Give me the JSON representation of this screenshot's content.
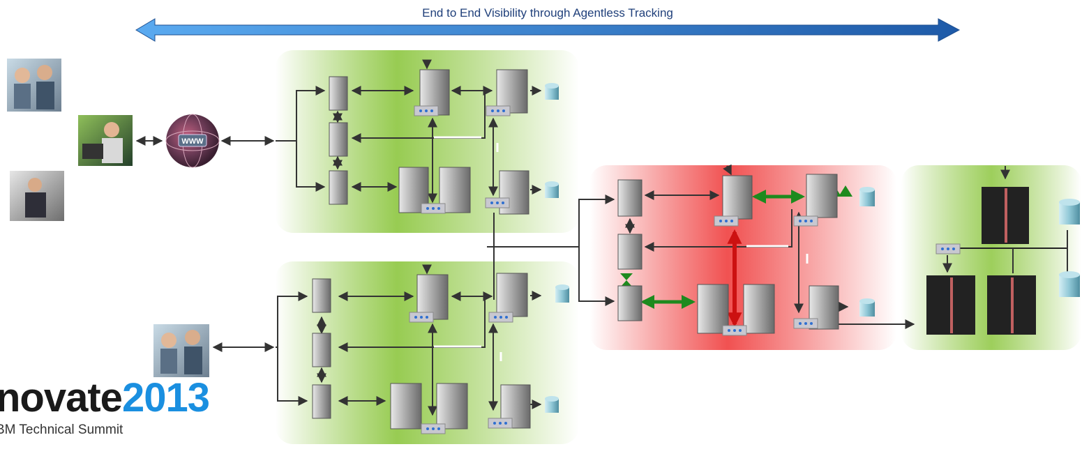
{
  "banner": {
    "text": "End to End Visibility through Agentless Tracking"
  },
  "branding": {
    "main": "novate",
    "year": "2013",
    "subtitle": "BM Technical Summit"
  },
  "globe": {
    "label": "WWW"
  },
  "zones": [
    {
      "name": "top-web-tier-zone",
      "color": "#8cc63f",
      "state": "healthy"
    },
    {
      "name": "bottom-web-tier-zone",
      "color": "#8cc63f",
      "state": "healthy"
    },
    {
      "name": "middle-app-tier-zone",
      "color": "#f04040",
      "state": "alert"
    },
    {
      "name": "mainframe-tier-zone",
      "color": "#8cc63f",
      "state": "healthy"
    }
  ],
  "colors": {
    "banner_arrow": "#2f7bd8",
    "healthy_arrow": "#1e8a1e",
    "alert_arrow": "#cc1111",
    "connector": "#333333"
  }
}
